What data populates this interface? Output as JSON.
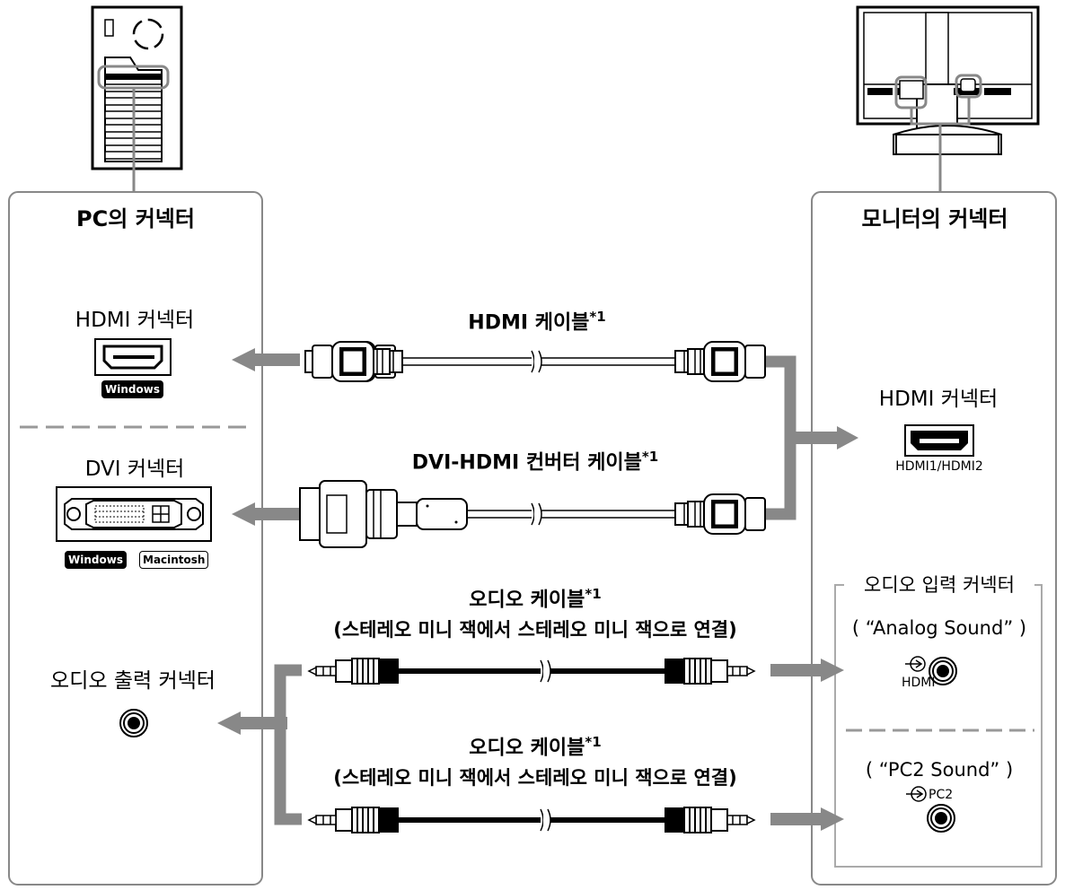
{
  "pc_panel": {
    "title": "PC의 커넥터",
    "hdmi": {
      "label": "HDMI 커넥터",
      "badge": "Windows"
    },
    "dvi": {
      "label": "DVI 커넥터",
      "badges": [
        "Windows",
        "Macintosh"
      ]
    },
    "audio_out": {
      "label": "오디오 출력 커넥터"
    }
  },
  "monitor_panel": {
    "title": "모니터의 커넥터",
    "hdmi": {
      "label": "HDMI 커넥터",
      "ports": "HDMI1/HDMI2"
    },
    "audio_in": {
      "label": "오디오 입력 커넥터",
      "analog_sound": "( “Analog Sound” )",
      "hdmi_port_label": "HDMI",
      "pc2_sound": "( “PC2 Sound” )",
      "pc2_port_label": "PC2"
    }
  },
  "cables": {
    "hdmi": {
      "label": "HDMI 케이블",
      "note": "*1"
    },
    "dvi_hdmi": {
      "label": "DVI-HDMI 컨버터 케이블",
      "note": "*1"
    },
    "audio1": {
      "label": "오디오 케이블",
      "note": "*1",
      "sub": "(스테레오 미니 잭에서 스테레오 미니 잭으로 연결)"
    },
    "audio2": {
      "label": "오디오 케이블",
      "note": "*1",
      "sub": "(스테레오 미니 잭에서 스테레오 미니 잭으로 연결)"
    }
  }
}
